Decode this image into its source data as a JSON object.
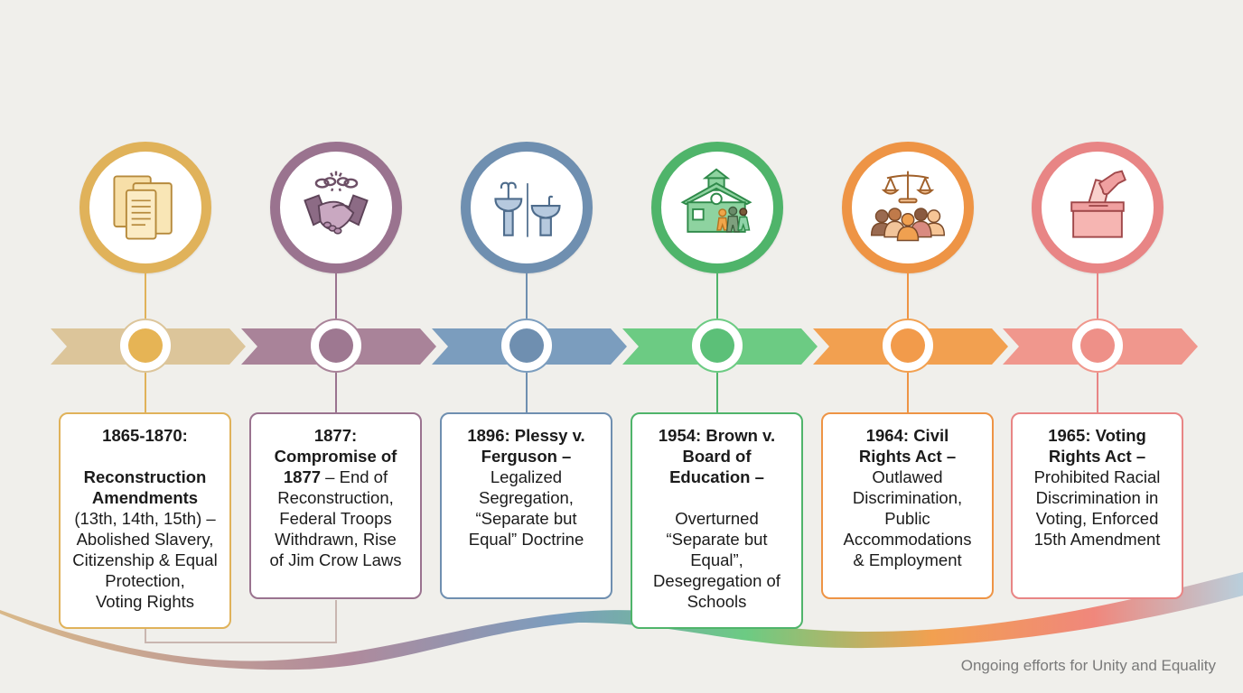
{
  "timeline": {
    "title": "",
    "footer_note": "Ongoing efforts for Unity and Equality",
    "events": [
      {
        "id": "reconstruction",
        "color": "#e0b25a",
        "chevron_color": "#dcc59a",
        "dot_color": "#e6b455",
        "icon": "scroll-documents-icon",
        "title": "1865-1870:\n\nReconstruction\nAmendments",
        "desc": "(13th, 14th, 15th) –\nAbolished Slavery,\nCitizenship & Equal\nProtection,\nVoting Rights"
      },
      {
        "id": "compromise-1877",
        "color": "#9a738f",
        "chevron_color": "#a98399",
        "dot_color": "#9e7891",
        "icon": "broken-chain-handshake-icon",
        "title": "1877:\nCompromise of\n1877",
        "desc": " – End of\nReconstruction,\nFederal Troops\nWithdrawn, Rise\nof Jim Crow Laws"
      },
      {
        "id": "plessy",
        "color": "#6f8fb0",
        "chevron_color": "#7b9dbe",
        "dot_color": "#6f8fb0",
        "icon": "segregated-fountains-icon",
        "title": "1896: Plessy v.\nFerguson –",
        "desc": "Legalized\nSegregation,\n“Separate but\nEqual” Doctrine"
      },
      {
        "id": "brown",
        "color": "#4fb46a",
        "chevron_color": "#6ccb83",
        "dot_color": "#5cc078",
        "icon": "schoolhouse-children-icon",
        "title": "1954: Brown v.\nBoard of\nEducation –",
        "desc": "\nOverturned\n“Separate but\nEqual”,\nDesegregation of\nSchools"
      },
      {
        "id": "civil-rights-act",
        "color": "#ee9445",
        "chevron_color": "#f2a050",
        "dot_color": "#f29b4b",
        "icon": "scales-people-icon",
        "title": "1964: Civil\nRights Act –",
        "desc": "Outlawed\nDiscrimination,\nPublic\nAccommodations\n& Employment"
      },
      {
        "id": "voting-rights-act",
        "color": "#e88585",
        "chevron_color": "#f0978d",
        "dot_color": "#ee9088",
        "icon": "ballot-box-icon",
        "title": "1965: Voting\nRights Act –",
        "desc": "Prohibited Racial\nDiscrimination in\nVoting, Enforced\n15th Amendment"
      }
    ]
  }
}
